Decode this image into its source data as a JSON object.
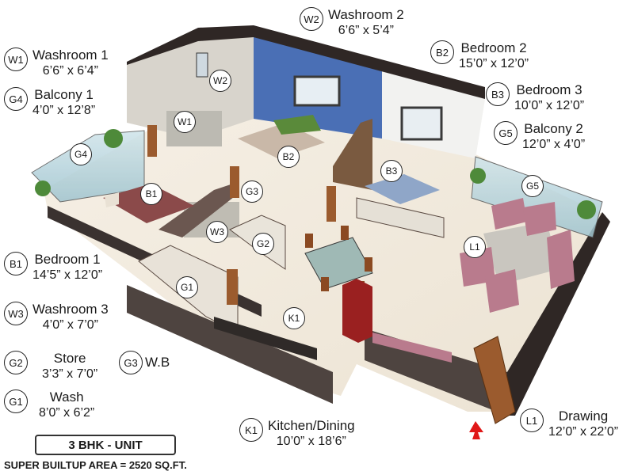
{
  "rooms": {
    "w2": {
      "code": "W2",
      "name": "Washroom 2",
      "dim": "6’6” x 5’4”"
    },
    "w1": {
      "code": "W1",
      "name": "Washroom 1",
      "dim": "6’6” x 6’4”"
    },
    "g4": {
      "code": "G4",
      "name": "Balcony 1",
      "dim": "4’0” x 12’8”"
    },
    "b2": {
      "code": "B2",
      "name": "Bedroom 2",
      "dim": "15’0” x 12’0”"
    },
    "b3": {
      "code": "B3",
      "name": "Bedroom 3",
      "dim": "10’0” x 12’0”"
    },
    "g5": {
      "code": "G5",
      "name": "Balcony 2",
      "dim": "12’0” x 4’0”"
    },
    "b1": {
      "code": "B1",
      "name": "Bedroom 1",
      "dim": "14’5” x 12’0”"
    },
    "w3": {
      "code": "W3",
      "name": "Washroom 3",
      "dim": "4’0” x 7’0”"
    },
    "g2": {
      "code": "G2",
      "name": "Store",
      "dim": "3’3” x 7’0”"
    },
    "g3": {
      "code": "G3",
      "name": "W.B"
    },
    "g1": {
      "code": "G1",
      "name": "Wash",
      "dim": "8’0” x 6’2”"
    },
    "k1": {
      "code": "K1",
      "name": "Kitchen/Dining",
      "dim": "10’0” x 18’6”"
    },
    "l1": {
      "code": "L1",
      "name": "Drawing",
      "dim": "12’0” x 22’0”"
    }
  },
  "unit_label": "3 BHK - UNIT",
  "area_text": "SUPER BUILTUP AREA = 2520 SQ.FT.",
  "colors": {
    "floor": "#f3ece0",
    "wall": "#5a4a42",
    "wall_top": "#2f2725",
    "accent_wall": "#4a6fb5",
    "wood": "#9b5b2e",
    "sofa": "#b97b8d",
    "bed": "#8b4a4a",
    "arrow": "#e01818"
  },
  "icons": [
    "entry-arrow-icon",
    "plant-icon",
    "sofa-icon",
    "bed-icon",
    "dining-table-icon",
    "fridge-icon"
  ]
}
